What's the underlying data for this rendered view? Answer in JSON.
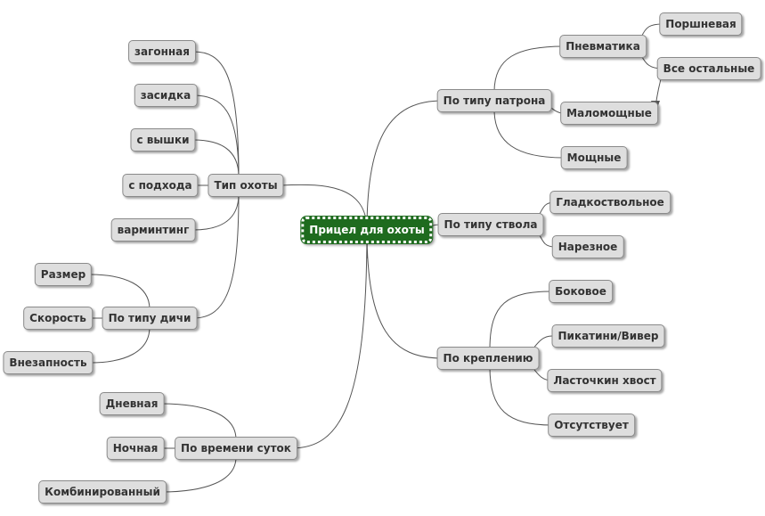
{
  "root": "Прицел для охоты",
  "hunt_type": {
    "label": "Тип охоты",
    "items": [
      "загонная",
      "засидка",
      "с вышки",
      "с подхода",
      "варминтинг"
    ]
  },
  "game_type": {
    "label": "По типу дичи",
    "items": [
      "Размер",
      "Скорость",
      "Внезапность"
    ]
  },
  "time_of_day": {
    "label": "По времени суток",
    "items": [
      "Дневная",
      "Ночная",
      "Комбинированный"
    ]
  },
  "cartridge": {
    "label": "По типу патрона",
    "pneumatic": {
      "label": "Пневматика",
      "items": [
        "Поршневая",
        "Все остальные"
      ]
    },
    "low_power": "Маломощные",
    "powerful": "Мощные"
  },
  "barrel": {
    "label": "По типу ствола",
    "items": [
      "Гладкоствольное",
      "Нарезное"
    ]
  },
  "mount": {
    "label": "По креплению",
    "items": [
      "Боковое",
      "Пикатини/Вивер",
      "Ласточкин хвост",
      "Отсутствует"
    ]
  },
  "colors": {
    "root_fill": "#1e6b1e",
    "node_fill": "#dedede",
    "edge": "#555555"
  }
}
